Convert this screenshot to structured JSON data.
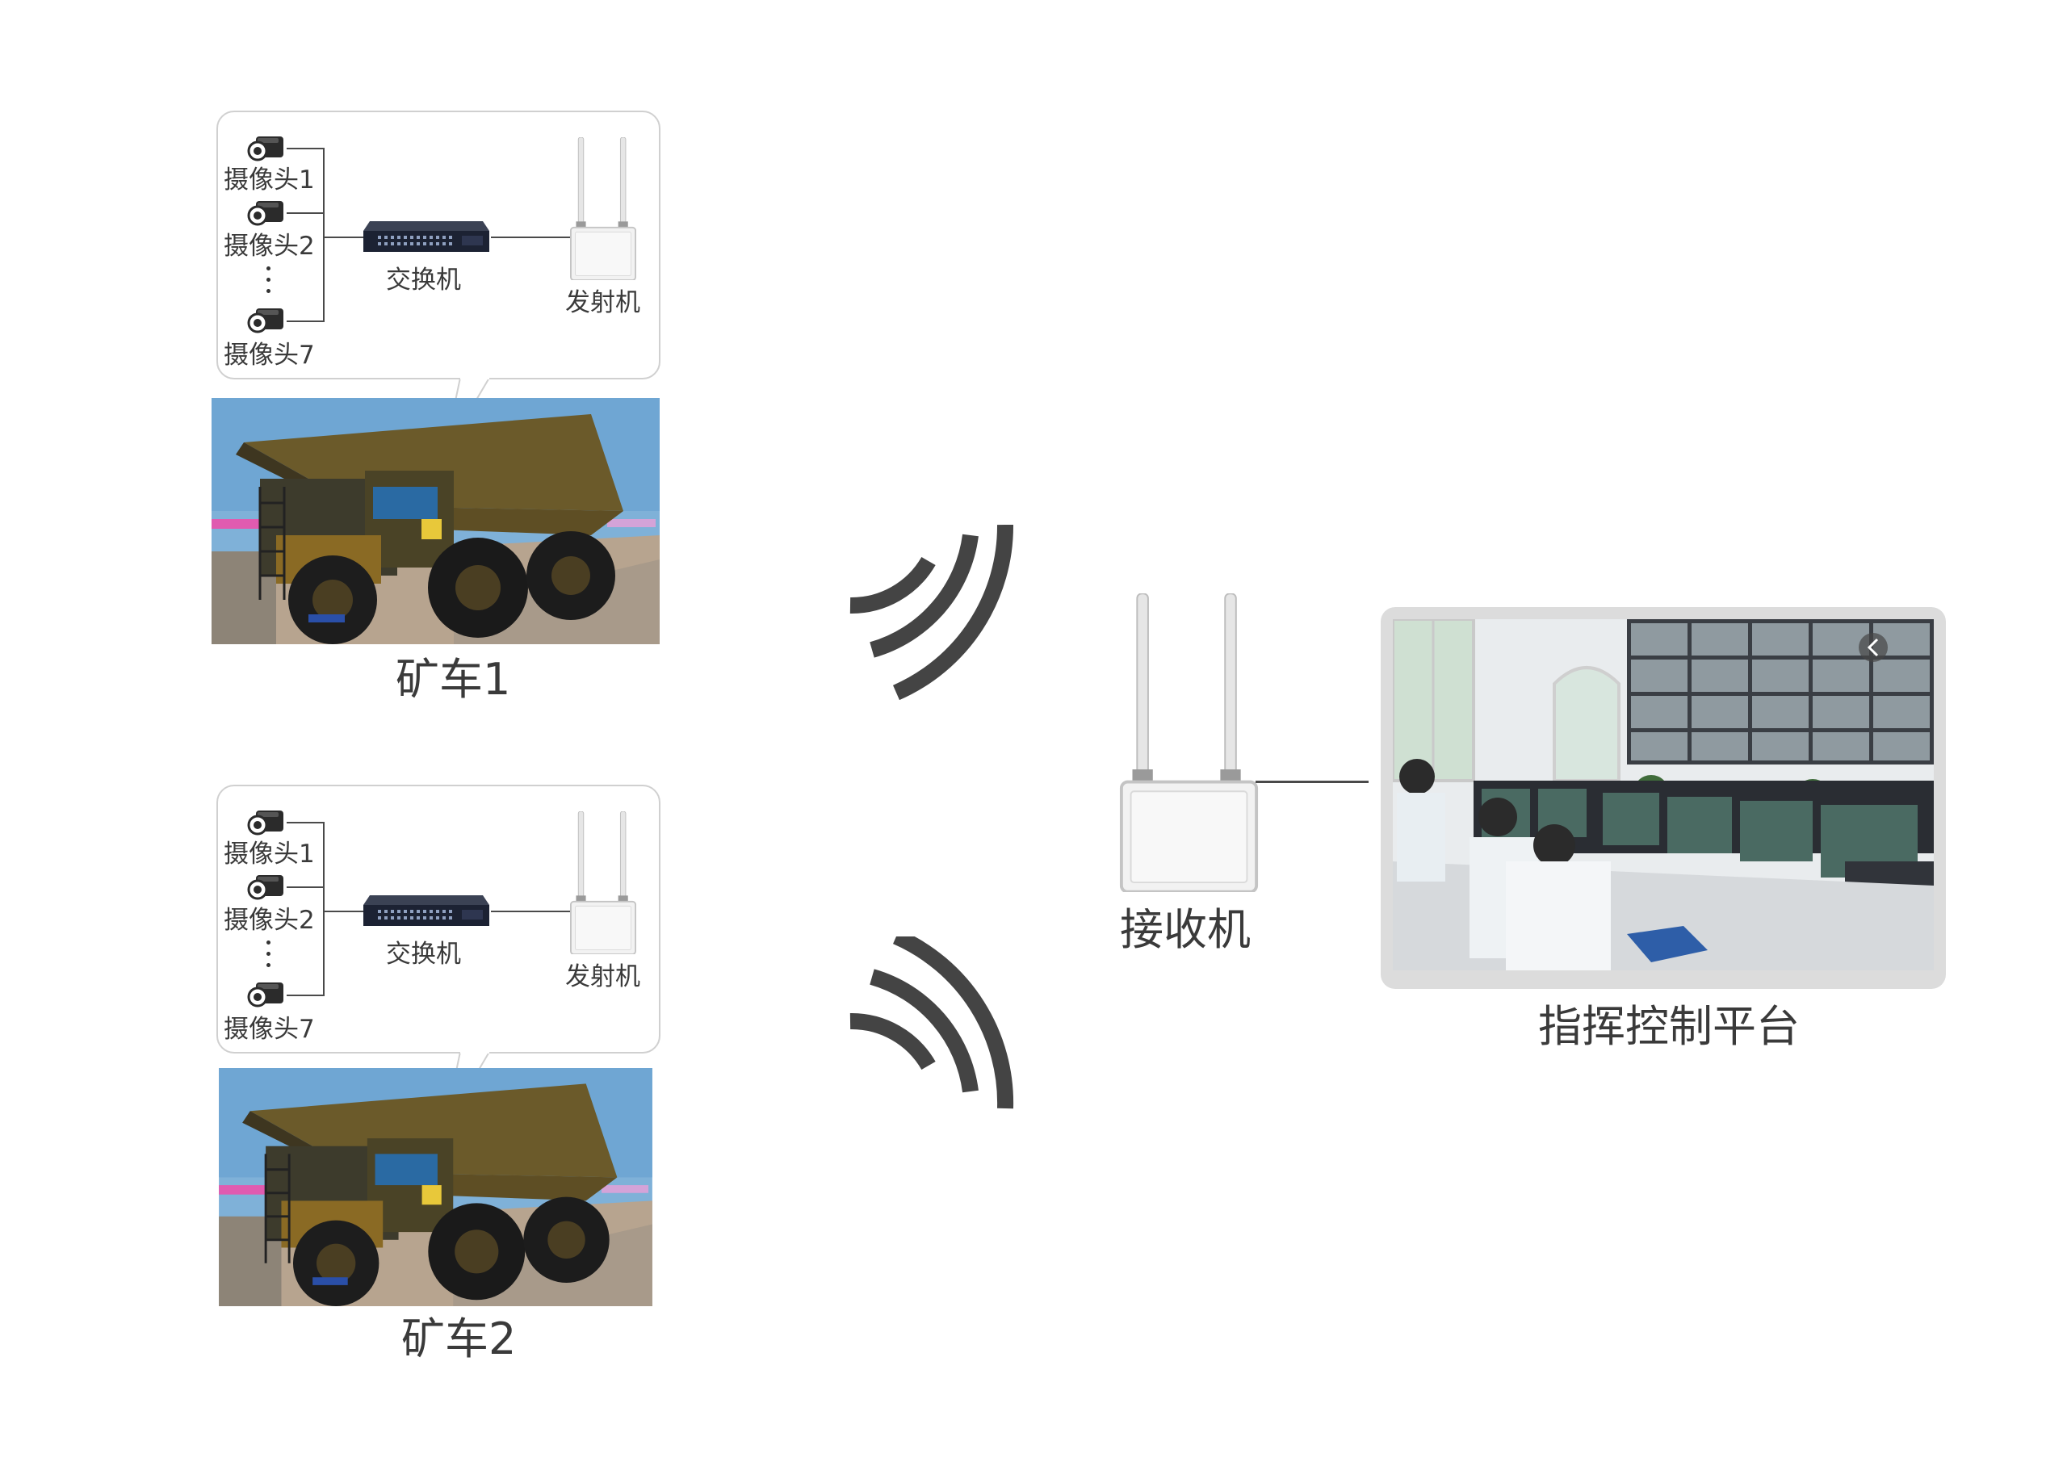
{
  "trucks": [
    {
      "title": "矿车1",
      "cameras": [
        "摄像头1",
        "摄像头2",
        "摄像头7"
      ],
      "switch_label": "交换机",
      "transmitter_label": "发射机"
    },
    {
      "title": "矿车2",
      "cameras": [
        "摄像头1",
        "摄像头2",
        "摄像头7"
      ],
      "switch_label": "交换机",
      "transmitter_label": "发射机"
    }
  ],
  "receiver": {
    "label": "接收机"
  },
  "platform": {
    "label": "指挥控制平台"
  },
  "colors": {
    "line": "#4a4a4a",
    "signal": "#444444",
    "bubble_border": "#d0d0d0",
    "frame": "#dcdcdc"
  }
}
